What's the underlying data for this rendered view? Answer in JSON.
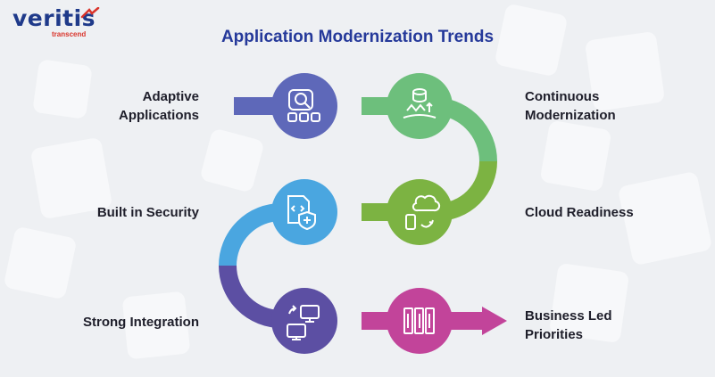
{
  "brand": {
    "name": "veritis",
    "tagline": "transcend"
  },
  "title": "Application Modernization Trends",
  "steps": [
    {
      "label_line1": "Adaptive",
      "label_line2": "Applications",
      "color": "#5e68b9",
      "icon": "search-apps-icon"
    },
    {
      "label_line1": "Continuous",
      "label_line2": "Modernization",
      "color": "#6dbf7c",
      "icon": "database-upgrade-icon"
    },
    {
      "label_line1": "Cloud Readiness",
      "label_line2": "",
      "color": "#7cb342",
      "icon": "cloud-sync-icon"
    },
    {
      "label_line1": "Built in Security",
      "label_line2": "",
      "color": "#4aa6e0",
      "icon": "code-shield-icon"
    },
    {
      "label_line1": "Strong Integration",
      "label_line2": "",
      "color": "#5c4fa3",
      "icon": "monitor-sync-icon"
    },
    {
      "label_line1": "Business Led",
      "label_line2": "Priorities",
      "color": "#c2449a",
      "icon": "priority-bars-icon"
    }
  ]
}
